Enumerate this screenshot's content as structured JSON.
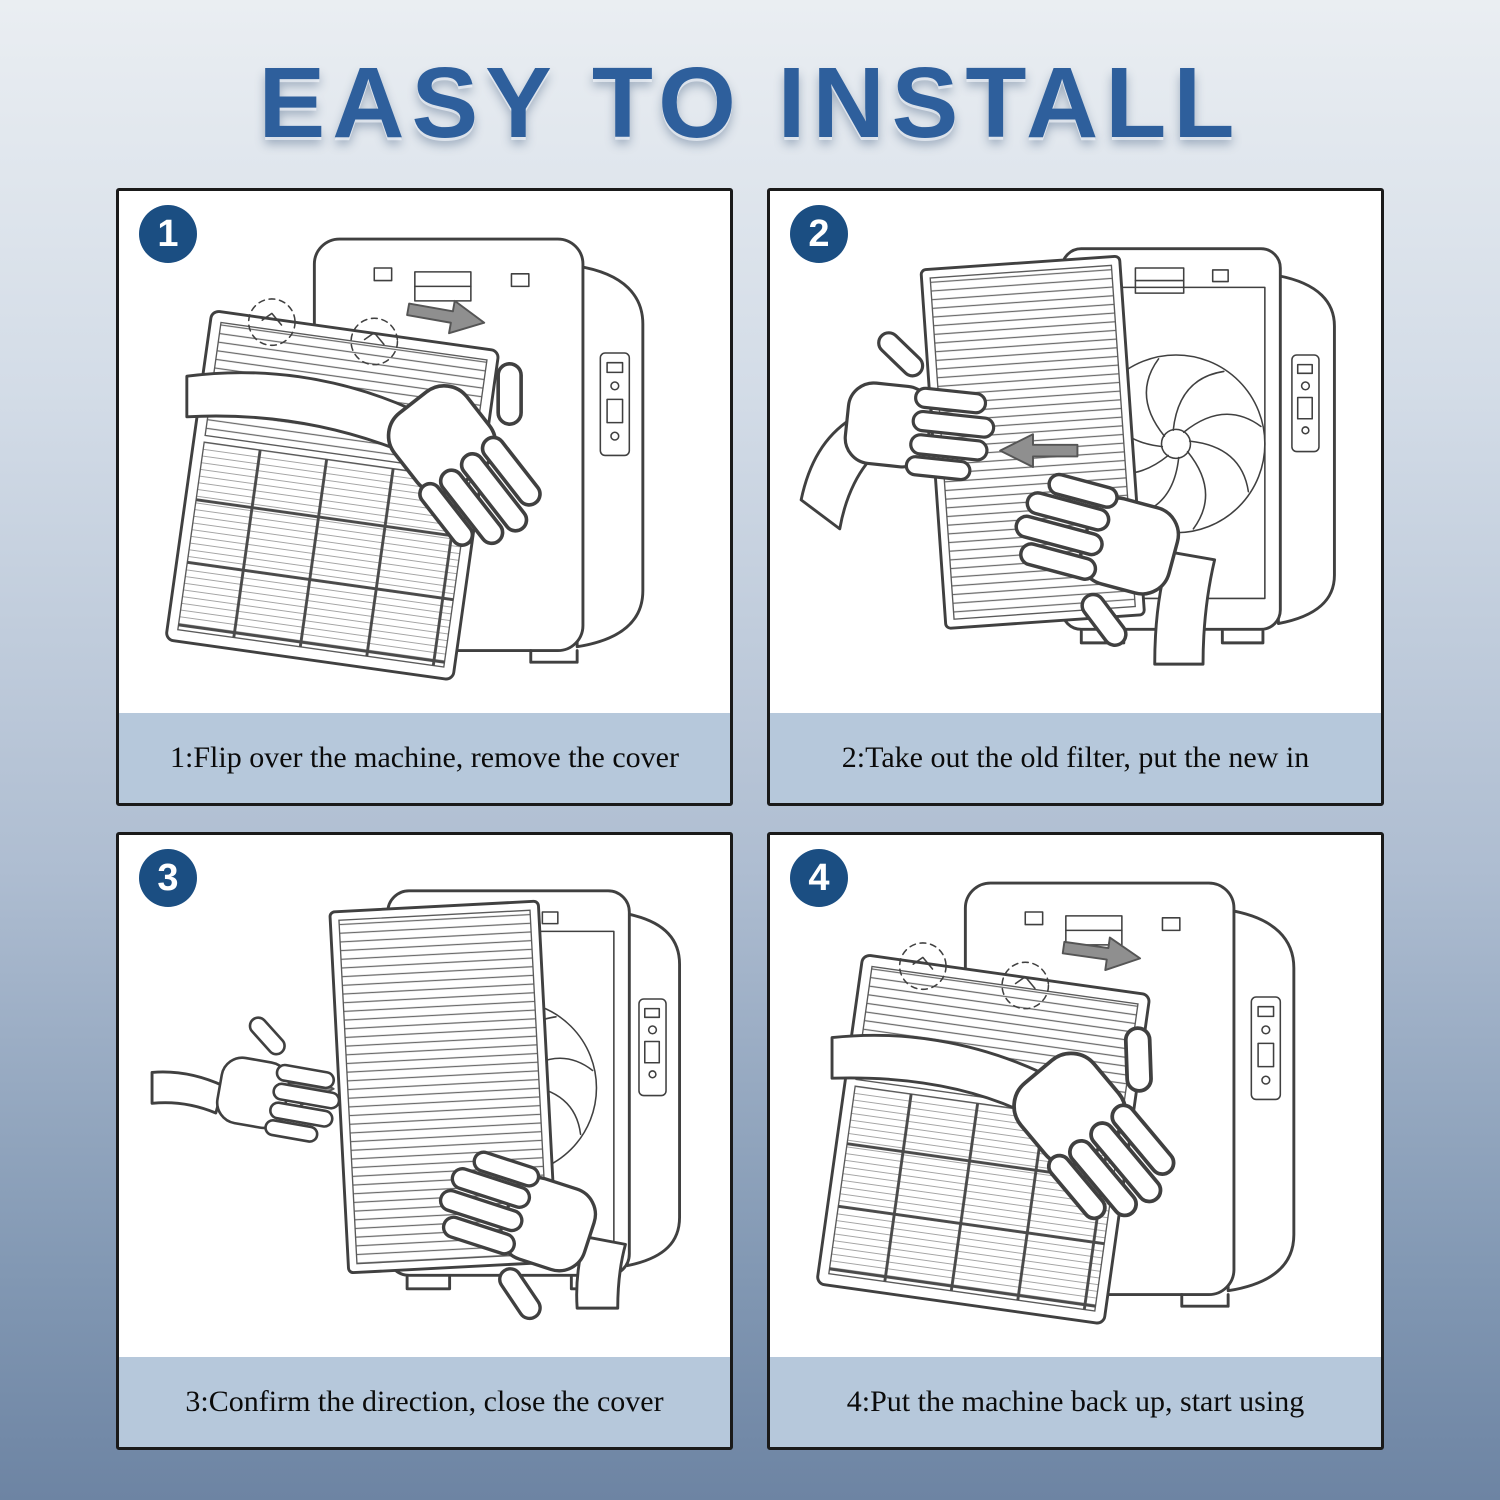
{
  "title": "EASY TO INSTALL",
  "steps": [
    {
      "number": "1",
      "caption": "1:Flip over the machine, remove the cover"
    },
    {
      "number": "2",
      "caption": "2:Take out the old filter, put the new in"
    },
    {
      "number": "3",
      "caption": "3:Confirm the direction, close the cover"
    },
    {
      "number": "4",
      "caption": "4:Put the machine back up, start using"
    }
  ],
  "colors": {
    "title_text": "#2e5f9c",
    "step_badge_background": "#1b4e82",
    "caption_band_background": "#b6c8db",
    "panel_border": "#1a1a1a",
    "background_gradient_top": "#eaeef2",
    "background_gradient_bottom": "#6d84a3",
    "arrow_fill": "#8f8f8f"
  },
  "icons": {
    "direction_arrow": "arrow-icon",
    "hand": "hand-illustration"
  }
}
